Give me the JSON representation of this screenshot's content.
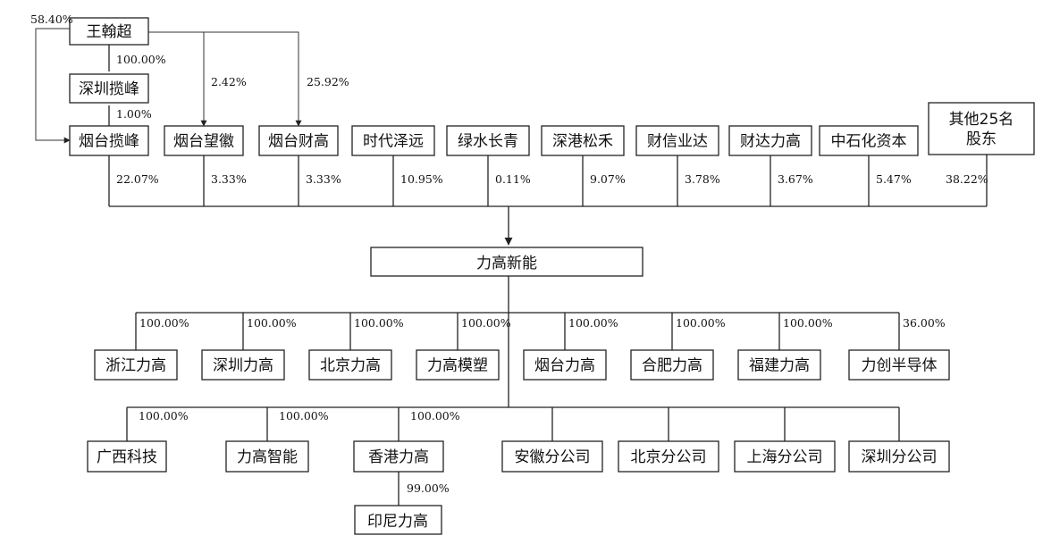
{
  "top": {
    "wang": "王翰超",
    "shenzhen_lanfeng": "深圳揽峰",
    "yantai_lanfeng": "烟台揽峰",
    "pct_wang_self": "58.40%",
    "pct_wang_to_shenzhen": "100.00%",
    "pct_shenzhen_to_yantai": "1.00%",
    "pct_wang_to_wanghui": "2.42%",
    "pct_wang_to_caigao": "25.92%"
  },
  "shareholders": [
    {
      "name": "烟台揽峰",
      "pct": "22.07%"
    },
    {
      "name": "烟台望徽",
      "pct": "3.33%"
    },
    {
      "name": "烟台财高",
      "pct": "3.33%"
    },
    {
      "name": "时代泽远",
      "pct": "10.95%"
    },
    {
      "name": "绿水长青",
      "pct": "0.11%"
    },
    {
      "name": "深港松禾",
      "pct": "9.07%"
    },
    {
      "name": "财信业达",
      "pct": "3.78%"
    },
    {
      "name": "财达力高",
      "pct": "3.67%"
    },
    {
      "name": "中石化资本",
      "pct": "5.47%"
    },
    {
      "name_line1": "其他25名",
      "name_line2": "股东",
      "pct": "38.22%"
    }
  ],
  "center": {
    "name": "力高新能"
  },
  "row1": [
    {
      "name": "浙江力高",
      "pct": "100.00%"
    },
    {
      "name": "深圳力高",
      "pct": "100.00%"
    },
    {
      "name": "北京力高",
      "pct": "100.00%"
    },
    {
      "name": "力高模塑",
      "pct": "100.00%"
    },
    {
      "name": "烟台力高",
      "pct": "100.00%"
    },
    {
      "name": "合肥力高",
      "pct": "100.00%"
    },
    {
      "name": "福建力高",
      "pct": "100.00%"
    },
    {
      "name": "力创半导体",
      "pct": "36.00%"
    }
  ],
  "row2": [
    {
      "name": "广西科技",
      "pct": "100.00%"
    },
    {
      "name": "力高智能",
      "pct": "100.00%"
    },
    {
      "name": "香港力高",
      "pct": "100.00%"
    },
    {
      "name": "安徽分公司",
      "pct": ""
    },
    {
      "name": "北京分公司",
      "pct": ""
    },
    {
      "name": "上海分公司",
      "pct": ""
    },
    {
      "name": "深圳分公司",
      "pct": ""
    }
  ],
  "bottom": {
    "name": "印尼力高",
    "pct": "99.00%"
  }
}
